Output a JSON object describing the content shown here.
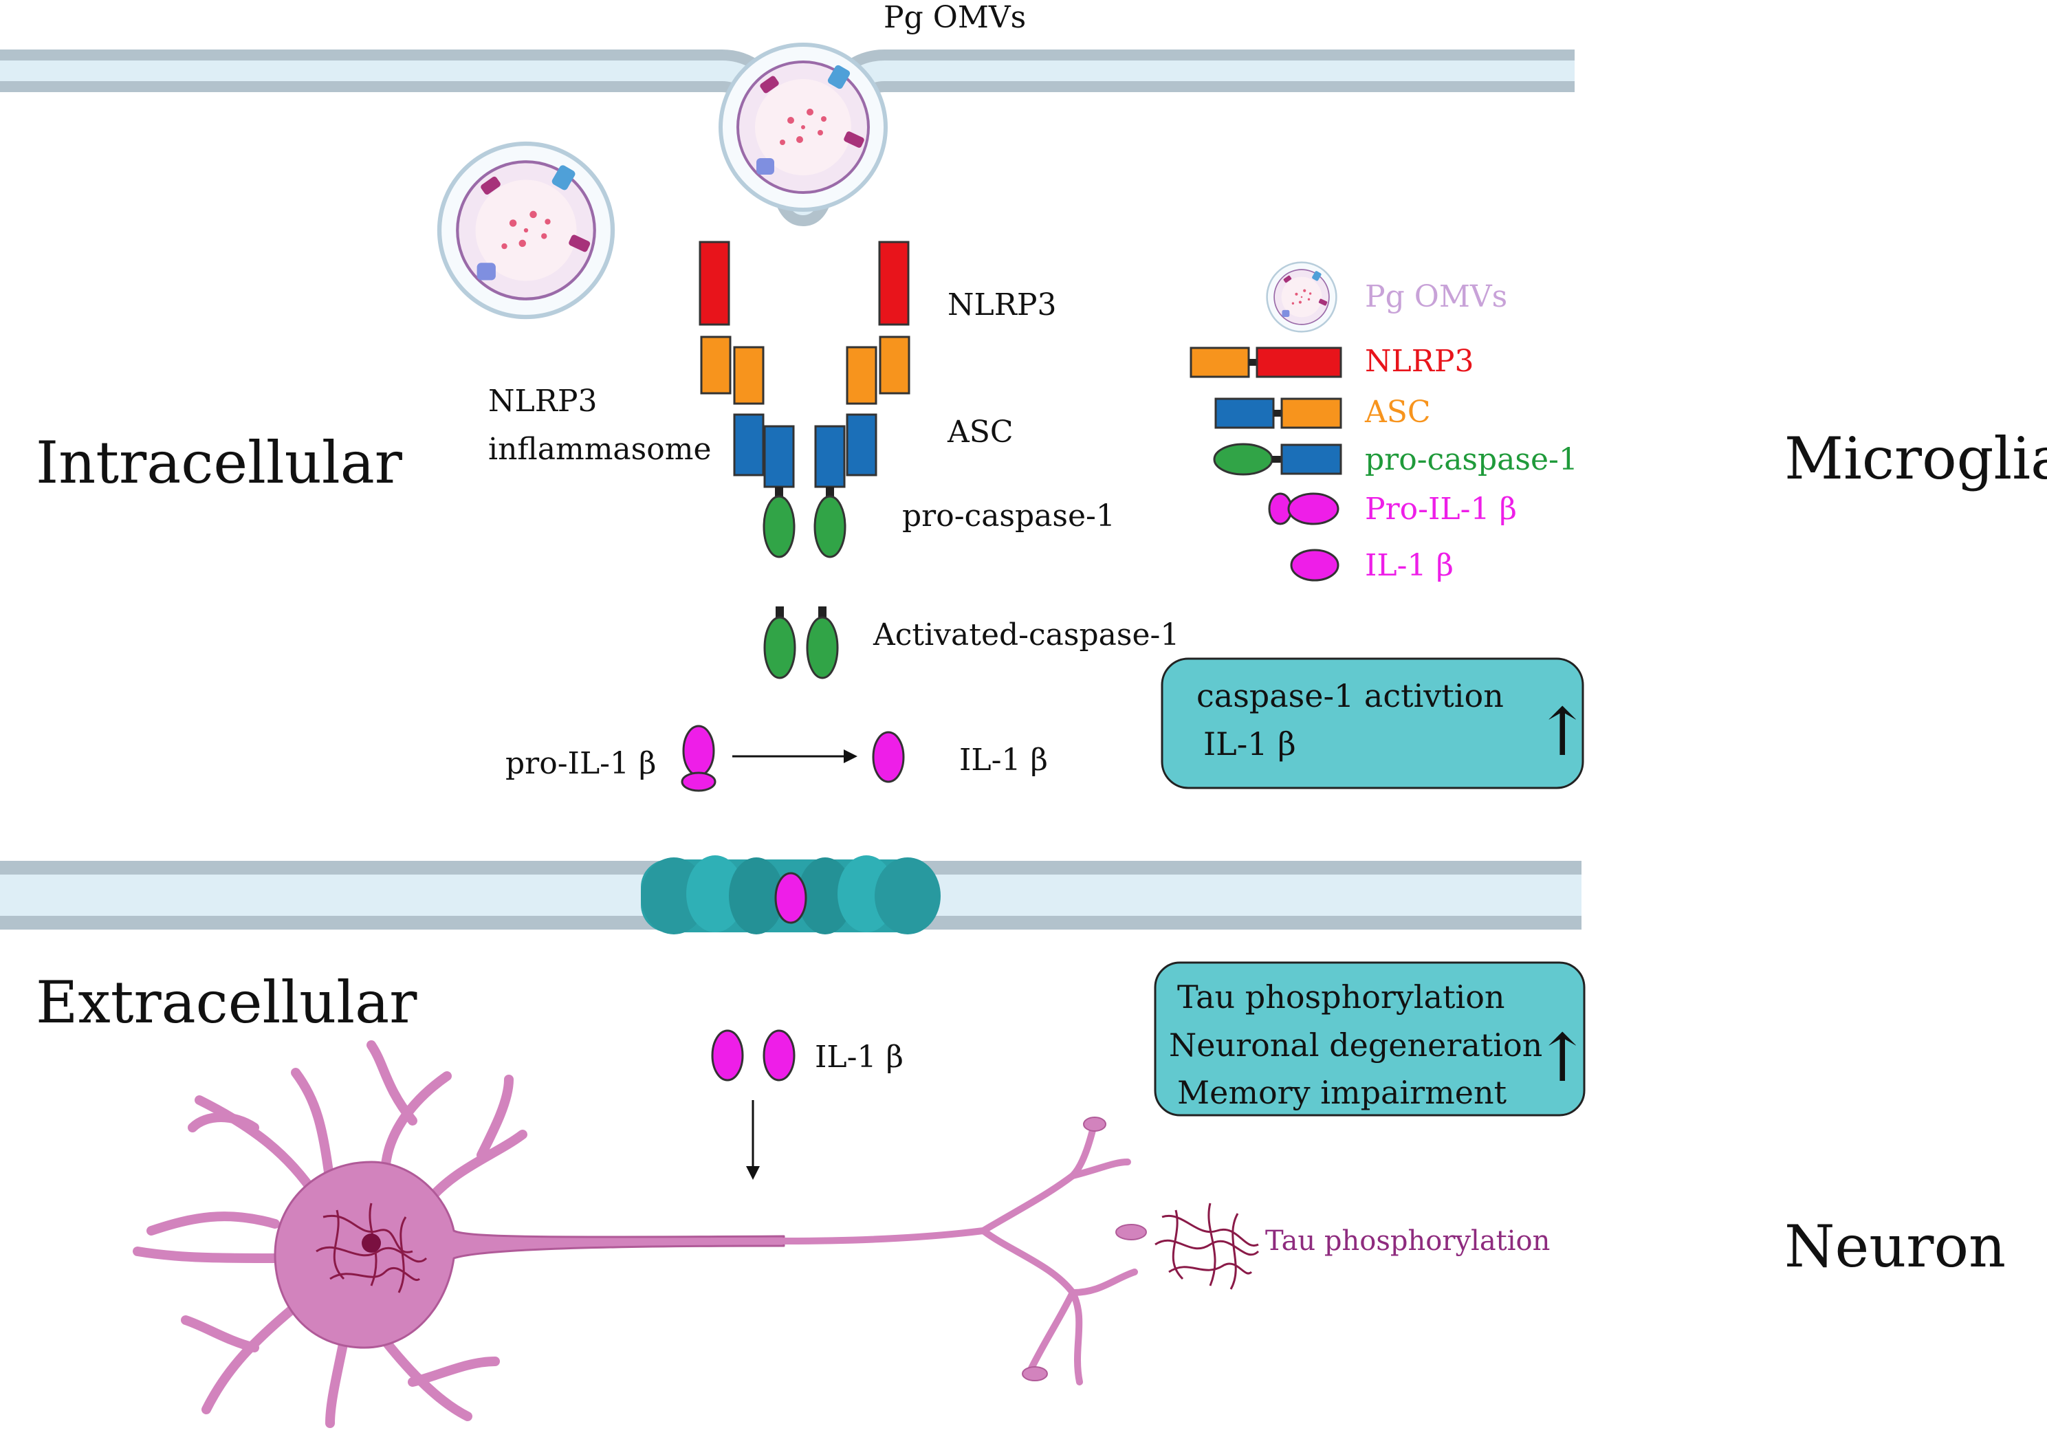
{
  "labels": {
    "pg_omvs_top": "Pg OMVs",
    "nlrp3": "NLRP3",
    "inflammasome_line1": "NLRP3",
    "inflammasome_line2": "inflammasome",
    "asc": "ASC",
    "pro_caspase": "pro-caspase-1",
    "activated_caspase": "Activated-caspase-1",
    "pro_il1b": "pro-IL-1 β",
    "il1b": "IL-1 β",
    "il1b_extracellular": "IL-1 β",
    "tau_phosphorylation": "Tau phosphorylation"
  },
  "regions": {
    "intracellular": "Intracellular",
    "extracellular": "Extracellular",
    "microglia": "Microglia",
    "neuron": "Neuron"
  },
  "legend": [
    {
      "key": "pg_omvs",
      "label": "Pg OMVs",
      "color": "#c8a2d8"
    },
    {
      "key": "nlrp3",
      "label": "NLRP3",
      "color": "#e8141b"
    },
    {
      "key": "asc",
      "label": "ASC",
      "color": "#f7941d"
    },
    {
      "key": "pro_caspase",
      "label": "pro-caspase-1",
      "color": "#1f9a3a"
    },
    {
      "key": "pro_il1b",
      "label": "Pro-IL-1 β",
      "color": "#ee1ee8"
    },
    {
      "key": "il1b",
      "label": "IL-1 β",
      "color": "#ee1ee8"
    }
  ],
  "microglia_box": {
    "lines": [
      "caspase-1 activtion",
      "IL-1 β"
    ],
    "arrow": "↑"
  },
  "neuron_box": {
    "lines": [
      "Tau phosphorylation",
      "Neuronal degeneration",
      "Memory impairment"
    ],
    "arrow": "↑"
  },
  "colors": {
    "membrane_outer": "#b2c2cc",
    "membrane_inner": "#deeef6",
    "nlrp3": "#e8141b",
    "asc": "#f7941d",
    "caspase_card": "#1b6fb8",
    "caspase_body": "#31a447",
    "il1b": "#ee1ee8",
    "box_fill": "#62c9cf",
    "channel": "#2aa2a8",
    "neuron": "#d283bd",
    "tau": "#8a1a48"
  }
}
